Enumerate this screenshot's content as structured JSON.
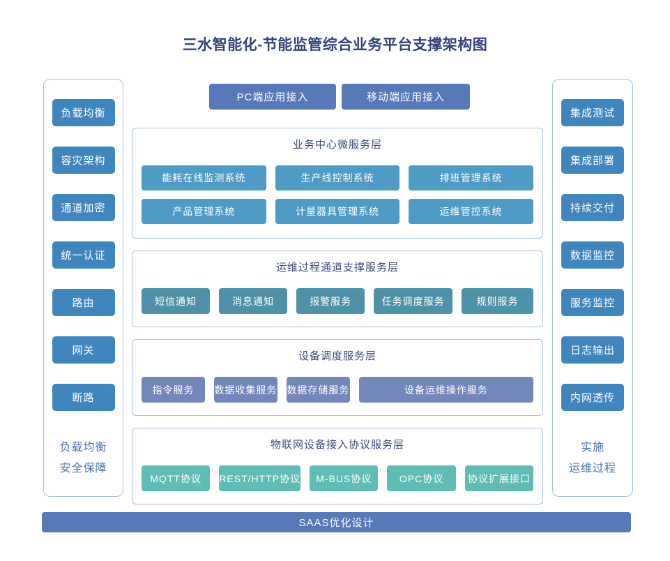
{
  "title": "三水智能化-节能监管综合业务平台支撑架构图",
  "colors": {
    "title_text": "#32427a",
    "panel_border": "#a5bedd",
    "side_node": "#3f86bf",
    "access_and_footer": "#5679b9",
    "layer1_node": "#4e9bc6",
    "layer2_node": "#4e92a9",
    "layer3_node": "#7387ba",
    "layer4_node": "#5fbdb5",
    "side_caption_text": "#4b74ae"
  },
  "top_access": {
    "pc_label": "PC端应用接入",
    "mobile_label": "移动端应用接入"
  },
  "left_panel": {
    "items": [
      "负载均衡",
      "容灾架构",
      "通道加密",
      "统一认证",
      "路由",
      "网关",
      "断路"
    ],
    "caption_line1": "负载均衡",
    "caption_line2": "安全保障"
  },
  "right_panel": {
    "items": [
      "集成测试",
      "集成部署",
      "持续交付",
      "数据监控",
      "服务监控",
      "日志输出",
      "内网透传"
    ],
    "caption_line1": "实施",
    "caption_line2": "运维过程"
  },
  "layers": [
    {
      "title": "业务中心微服务层",
      "rows": [
        [
          "能耗在线监测系统",
          "生产线控制系统",
          "排班管理系统"
        ],
        [
          "产品管理系统",
          "计量器具管理系统",
          "运维管控系统"
        ]
      ]
    },
    {
      "title": "运维过程通道支撑服务层",
      "items": [
        "短信通知",
        "消息通知",
        "报警服务",
        "任务调度服务",
        "规则服务"
      ]
    },
    {
      "title": "设备调度服务层",
      "items": [
        "指令服务",
        "数据收集服务",
        "数据存储服务",
        "设备运维操作服务"
      ]
    },
    {
      "title": "物联网设备接入协议服务层",
      "items": [
        "MQTT协议",
        "REST/HTTP协议",
        "M-BUS协议",
        "OPC协议",
        "协议扩展接口"
      ]
    }
  ],
  "footer": {
    "label": "SAAS优化设计"
  }
}
